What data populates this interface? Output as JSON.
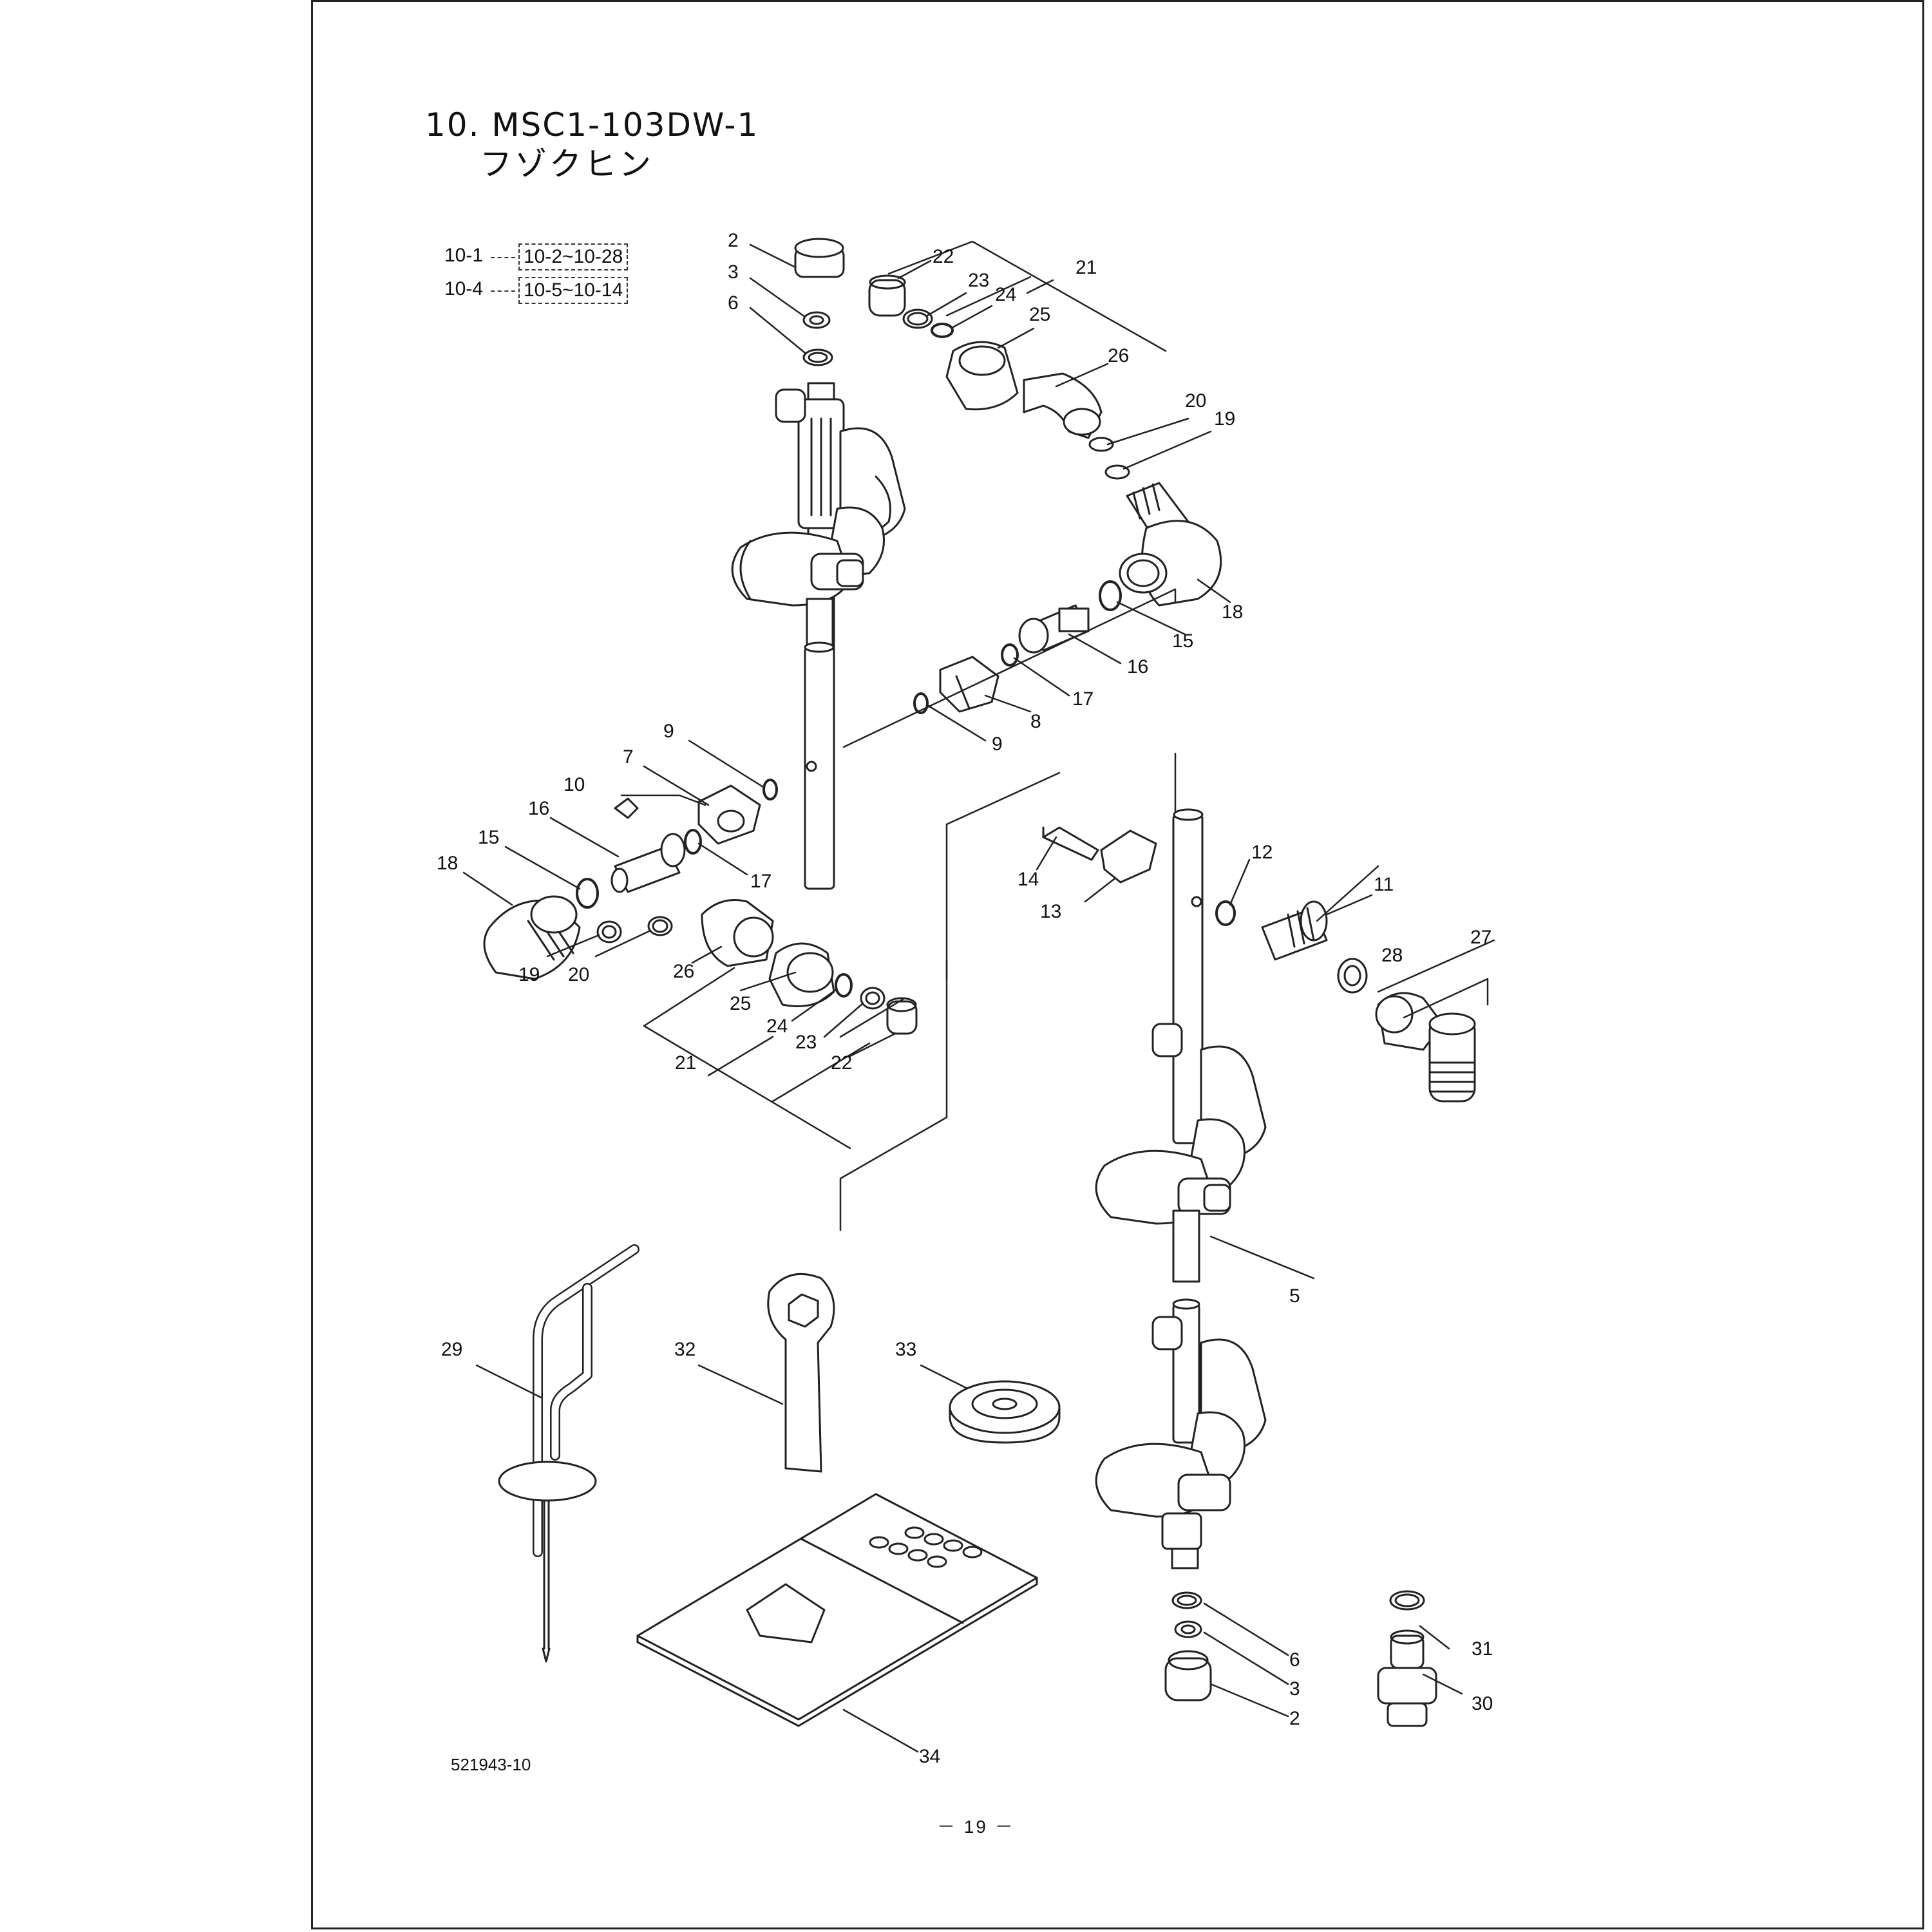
{
  "title": {
    "section": "10. MSC1-103DW-1",
    "subtitle": "フゾクヒン"
  },
  "reference_table": [
    {
      "assembly": "10-1",
      "parts": "10-2~10-28"
    },
    {
      "assembly": "10-4",
      "parts": "10-5~10-14"
    }
  ],
  "callouts": [
    "2",
    "3",
    "6",
    "22",
    "23",
    "24",
    "21",
    "25",
    "26",
    "20",
    "19",
    "18",
    "15",
    "16",
    "17",
    "8",
    "9",
    "7",
    "10",
    "12",
    "11",
    "14",
    "13",
    "28",
    "27",
    "5",
    "29",
    "32",
    "33",
    "31",
    "30",
    "34"
  ],
  "drawing_number": "521943-10",
  "page_number": "－ 19 －"
}
